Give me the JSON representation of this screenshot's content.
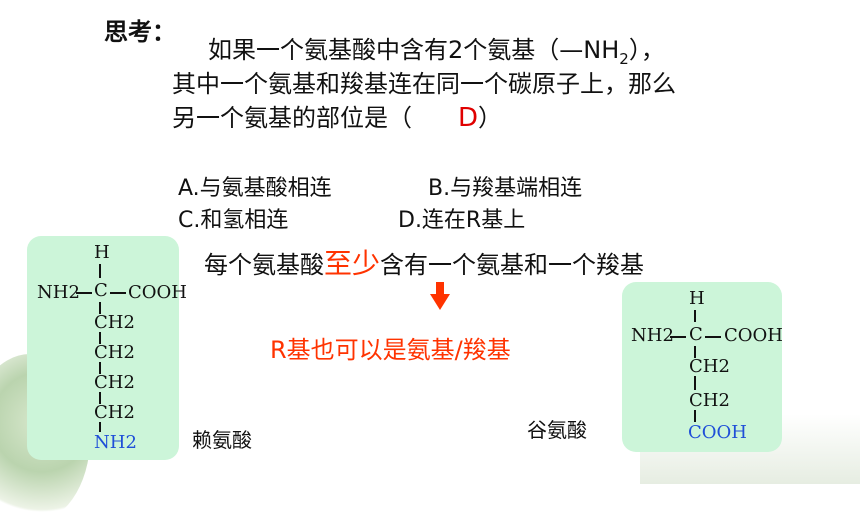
{
  "title": "思考：",
  "question": {
    "line1_pre": "如果一个氨基酸中含有2个氨基（—NH",
    "line1_sub": "2",
    "line1_post": "），",
    "line2": "其中一个氨基和羧基连在同一个碳原子上，那么",
    "line3": "另一个氨基的部位是（",
    "answer": "D",
    "line3_end": "）"
  },
  "options": {
    "a": "A.与氨基酸相连",
    "b": "B.与羧基端相连",
    "c": "C.和氢相连",
    "d": "D.连在R基上"
  },
  "note1": {
    "pre": "每个氨基酸",
    "highlight": "至少",
    "post": "含有一个氨基和一个羧基"
  },
  "note2": "R基也可以是氨基/羧基",
  "lysine": {
    "name": "赖氨酸",
    "h": "H",
    "nh2": "NH2",
    "c": "C",
    "cooh": "COOH",
    "ch2": [
      "CH2",
      "CH2",
      "CH2",
      "CH2"
    ],
    "r_end": "NH2"
  },
  "glutamate": {
    "name": "谷氨酸",
    "h": "H",
    "nh2": "NH2",
    "c": "C",
    "cooh": "COOH",
    "ch2": [
      "CH2",
      "CH2"
    ],
    "r_end": "COOH"
  },
  "colors": {
    "answer": "#e00000",
    "highlight": "#ff3300",
    "box": "#ccf5d9",
    "r_group": "#1f4fd8"
  }
}
